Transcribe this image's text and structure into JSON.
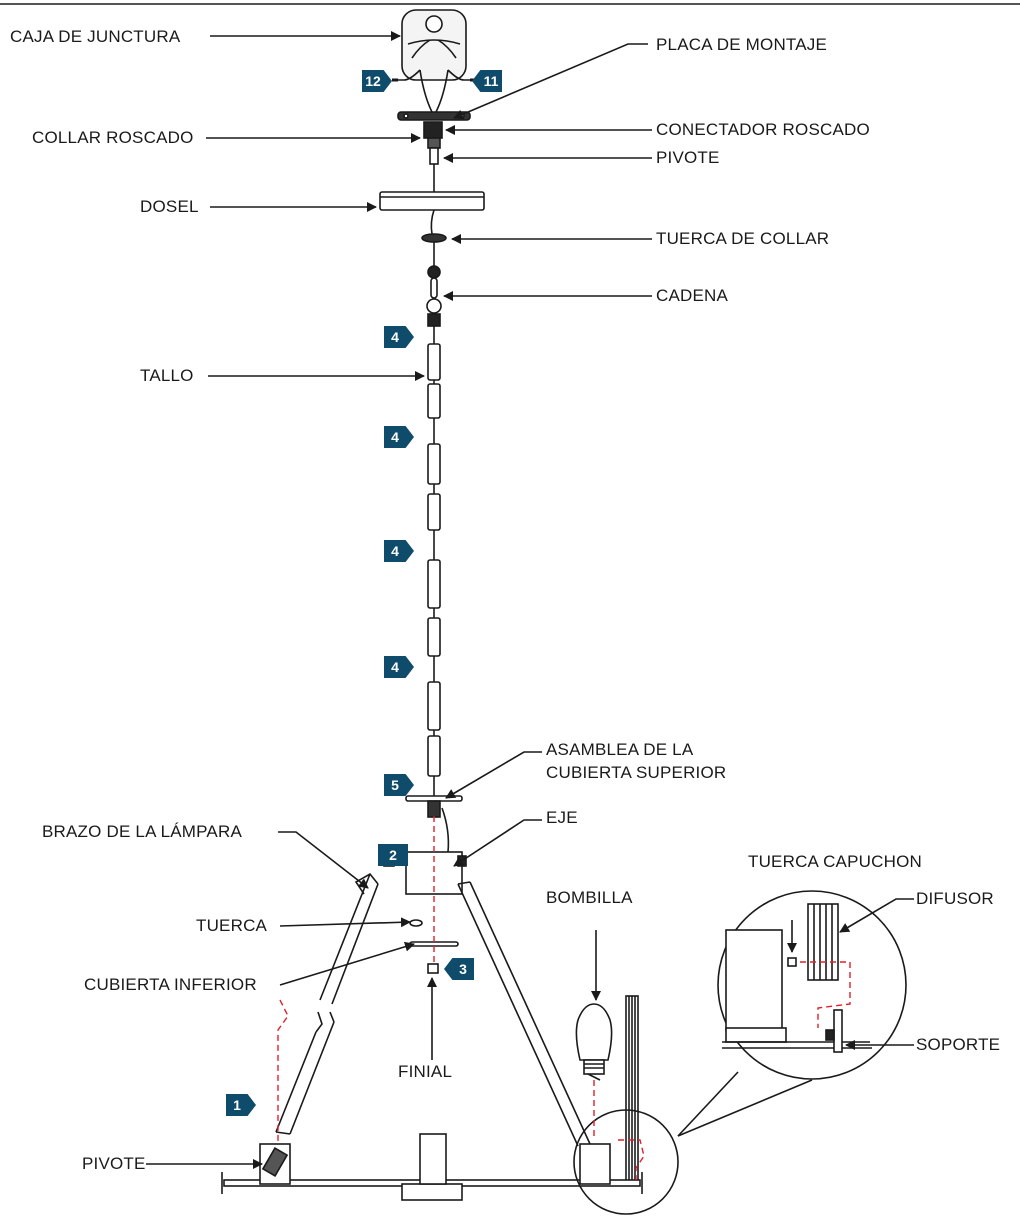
{
  "labels": {
    "caja_de_junctura": "CAJA DE JUNCTURA",
    "placa_de_montaje": "PLACA DE MONTAJE",
    "collar_roscado": "COLLAR ROSCADO",
    "conectador_roscado": "CONECTADOR ROSCADO",
    "pivote_top": "PIVOTE",
    "dosel": "DOSEL",
    "tuerca_de_collar": "TUERCA DE COLLAR",
    "cadena": "CADENA",
    "tallo": "TALLO",
    "asamblea_line1": "ASAMBLEA DE LA",
    "asamblea_line2": "CUBIERTA SUPERIOR",
    "eje": "EJE",
    "brazo_de_la_lampara": "BRAZO DE LA LÁMPARA",
    "tuerca": "TUERCA",
    "cubierta_inferior": "CUBIERTA INFERIOR",
    "finial": "FINIAL",
    "bombilla": "BOMBILLA",
    "tuerca_capuchon": "TUERCA CAPUCHON",
    "difusor": "DIFUSOR",
    "soporte": "SOPORTE",
    "pivote_bottom": "PIVOTE"
  },
  "steps": {
    "s12": "12",
    "s11": "11",
    "s4a": "4",
    "s4b": "4",
    "s4c": "4",
    "s4d": "4",
    "s5": "5",
    "s2": "2",
    "s3": "3",
    "s1": "1"
  },
  "colors": {
    "badge": "#0f4c6b",
    "dashed_guide": "#e0202a",
    "line": "#1a1a1a"
  }
}
